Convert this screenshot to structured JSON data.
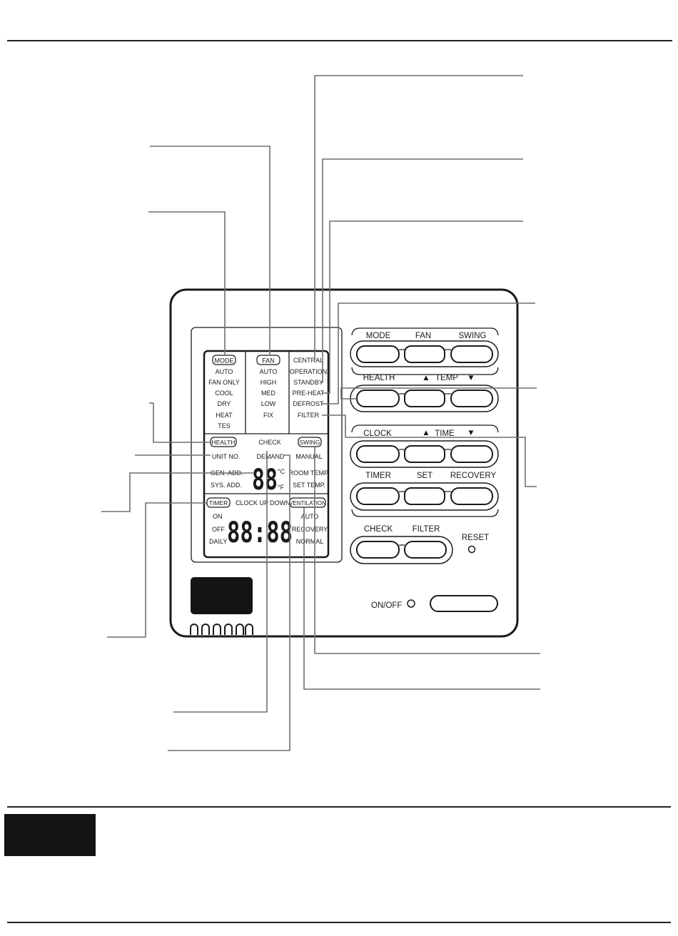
{
  "display": {
    "mode": {
      "header": "MODE",
      "items": [
        "AUTO",
        "FAN ONLY",
        "COOL",
        "DRY",
        "HEAT",
        "TES"
      ]
    },
    "fan": {
      "header": "FAN",
      "items": [
        "AUTO",
        "HIGH",
        "MED",
        "LOW",
        "FIX"
      ]
    },
    "status": [
      "CENTRAL",
      "OPERATION",
      "STANDBY",
      "PRE-HEAT",
      "DEFROST",
      "FILTER"
    ],
    "health": "HEALTH",
    "check": "CHECK",
    "demand": "DEMAND",
    "swing": "SWING",
    "manual": "MANUAL",
    "unit_no": "UNIT NO.",
    "gen_add": "GEN. ADD.",
    "sys_add": "SYS. ADD.",
    "room_temp": "ROOM TEMP.",
    "set_temp": "SET TEMP.",
    "temp_digits": "88",
    "unit_c": "°C",
    "unit_f": "°F",
    "timer": "TIMER",
    "clock_up": "CLOCK UP",
    "down": "DOWN",
    "ventilation": "VENTILATION",
    "timer_items": [
      "ON",
      "OFF",
      "DAILY"
    ],
    "vent_items": [
      "AUTO",
      "RECOVERY",
      "NORMAL"
    ],
    "clock_digits": "88:88"
  },
  "buttons": {
    "row1": [
      "MODE",
      "FAN",
      "SWING"
    ],
    "row2": {
      "left": "HEALTH",
      "up": "▲",
      "center": "TEMP",
      "down": "▼"
    },
    "row3": {
      "left": "CLOCK",
      "up": "▲",
      "center": "TIME",
      "down": "▼"
    },
    "row4": [
      "TIMER",
      "SET",
      "RECOVERY"
    ],
    "row5": [
      "CHECK",
      "FILTER"
    ],
    "reset": "RESET",
    "onoff": "ON/OFF"
  }
}
